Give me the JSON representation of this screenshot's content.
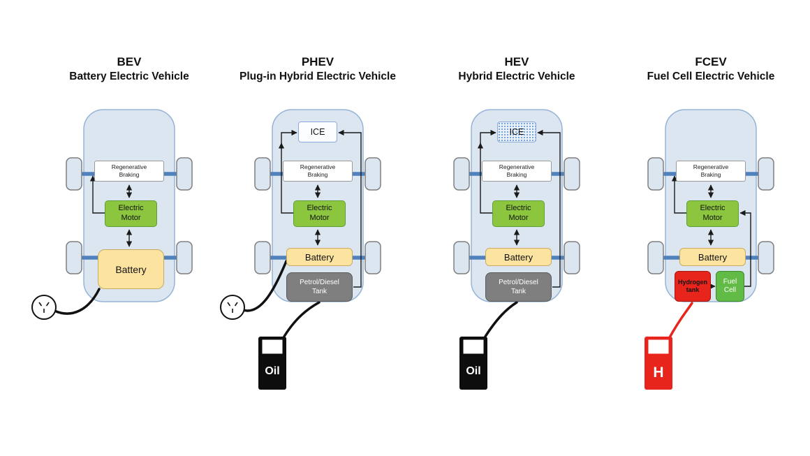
{
  "panels": [
    {
      "acronym": "BEV",
      "name": "Battery Electric Vehicle",
      "power_sources": [
        "power-plug-icon"
      ]
    },
    {
      "acronym": "PHEV",
      "name": "Plug-in Hybrid Electric Vehicle",
      "power_sources": [
        "power-plug-icon",
        "oil-pump-icon"
      ],
      "pump_label": "Oil"
    },
    {
      "acronym": "HEV",
      "name": "Hybrid Electric Vehicle",
      "power_sources": [
        "oil-pump-icon"
      ],
      "pump_label": "Oil"
    },
    {
      "acronym": "FCEV",
      "name": "Fuel Cell Electric Vehicle",
      "power_sources": [
        "hydrogen-pump-icon"
      ],
      "pump_label": "H"
    }
  ],
  "components": {
    "regen": [
      "Regenerative",
      "Braking"
    ],
    "motor": [
      "Electric",
      "Motor"
    ],
    "battery": "Battery",
    "ice": "ICE",
    "tank": [
      "Petrol/Diesel",
      "Tank"
    ],
    "hydrogen": [
      "Hydrogen",
      "tank"
    ],
    "fuel_cell": [
      "Fuel",
      "Cell"
    ]
  },
  "colors": {
    "car_fill": "#dce6f1",
    "car_border": "#95b3d7",
    "axle": "#4f81bd",
    "motor_fill": "#8cc63f",
    "battery_fill": "#fce4a0",
    "tank_fill": "#7f7f7f",
    "hydrogen_fill": "#e8251d",
    "fuel_cell_fill": "#62bb46",
    "ice_border": "#8eaadb",
    "oil_pump": "#0d0d0d",
    "hydrogen_pump": "#e8251d"
  }
}
